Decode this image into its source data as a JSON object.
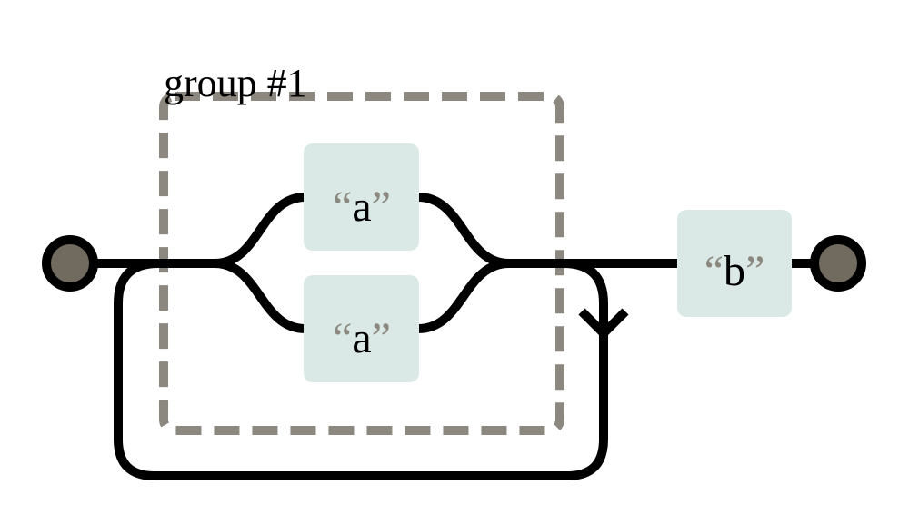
{
  "diagram": {
    "group_label": "group #1",
    "literals": [
      {
        "open_quote": "“",
        "text": "a",
        "close_quote": "”"
      },
      {
        "open_quote": "“",
        "text": "a",
        "close_quote": "”"
      },
      {
        "open_quote": "“",
        "text": "b",
        "close_quote": "”"
      }
    ]
  },
  "colors": {
    "literal_fill": "#dae9e5",
    "group_stroke": "#8c887f",
    "terminal_fill": "#716a5f",
    "line": "#000000",
    "quote": "#8c887f"
  }
}
